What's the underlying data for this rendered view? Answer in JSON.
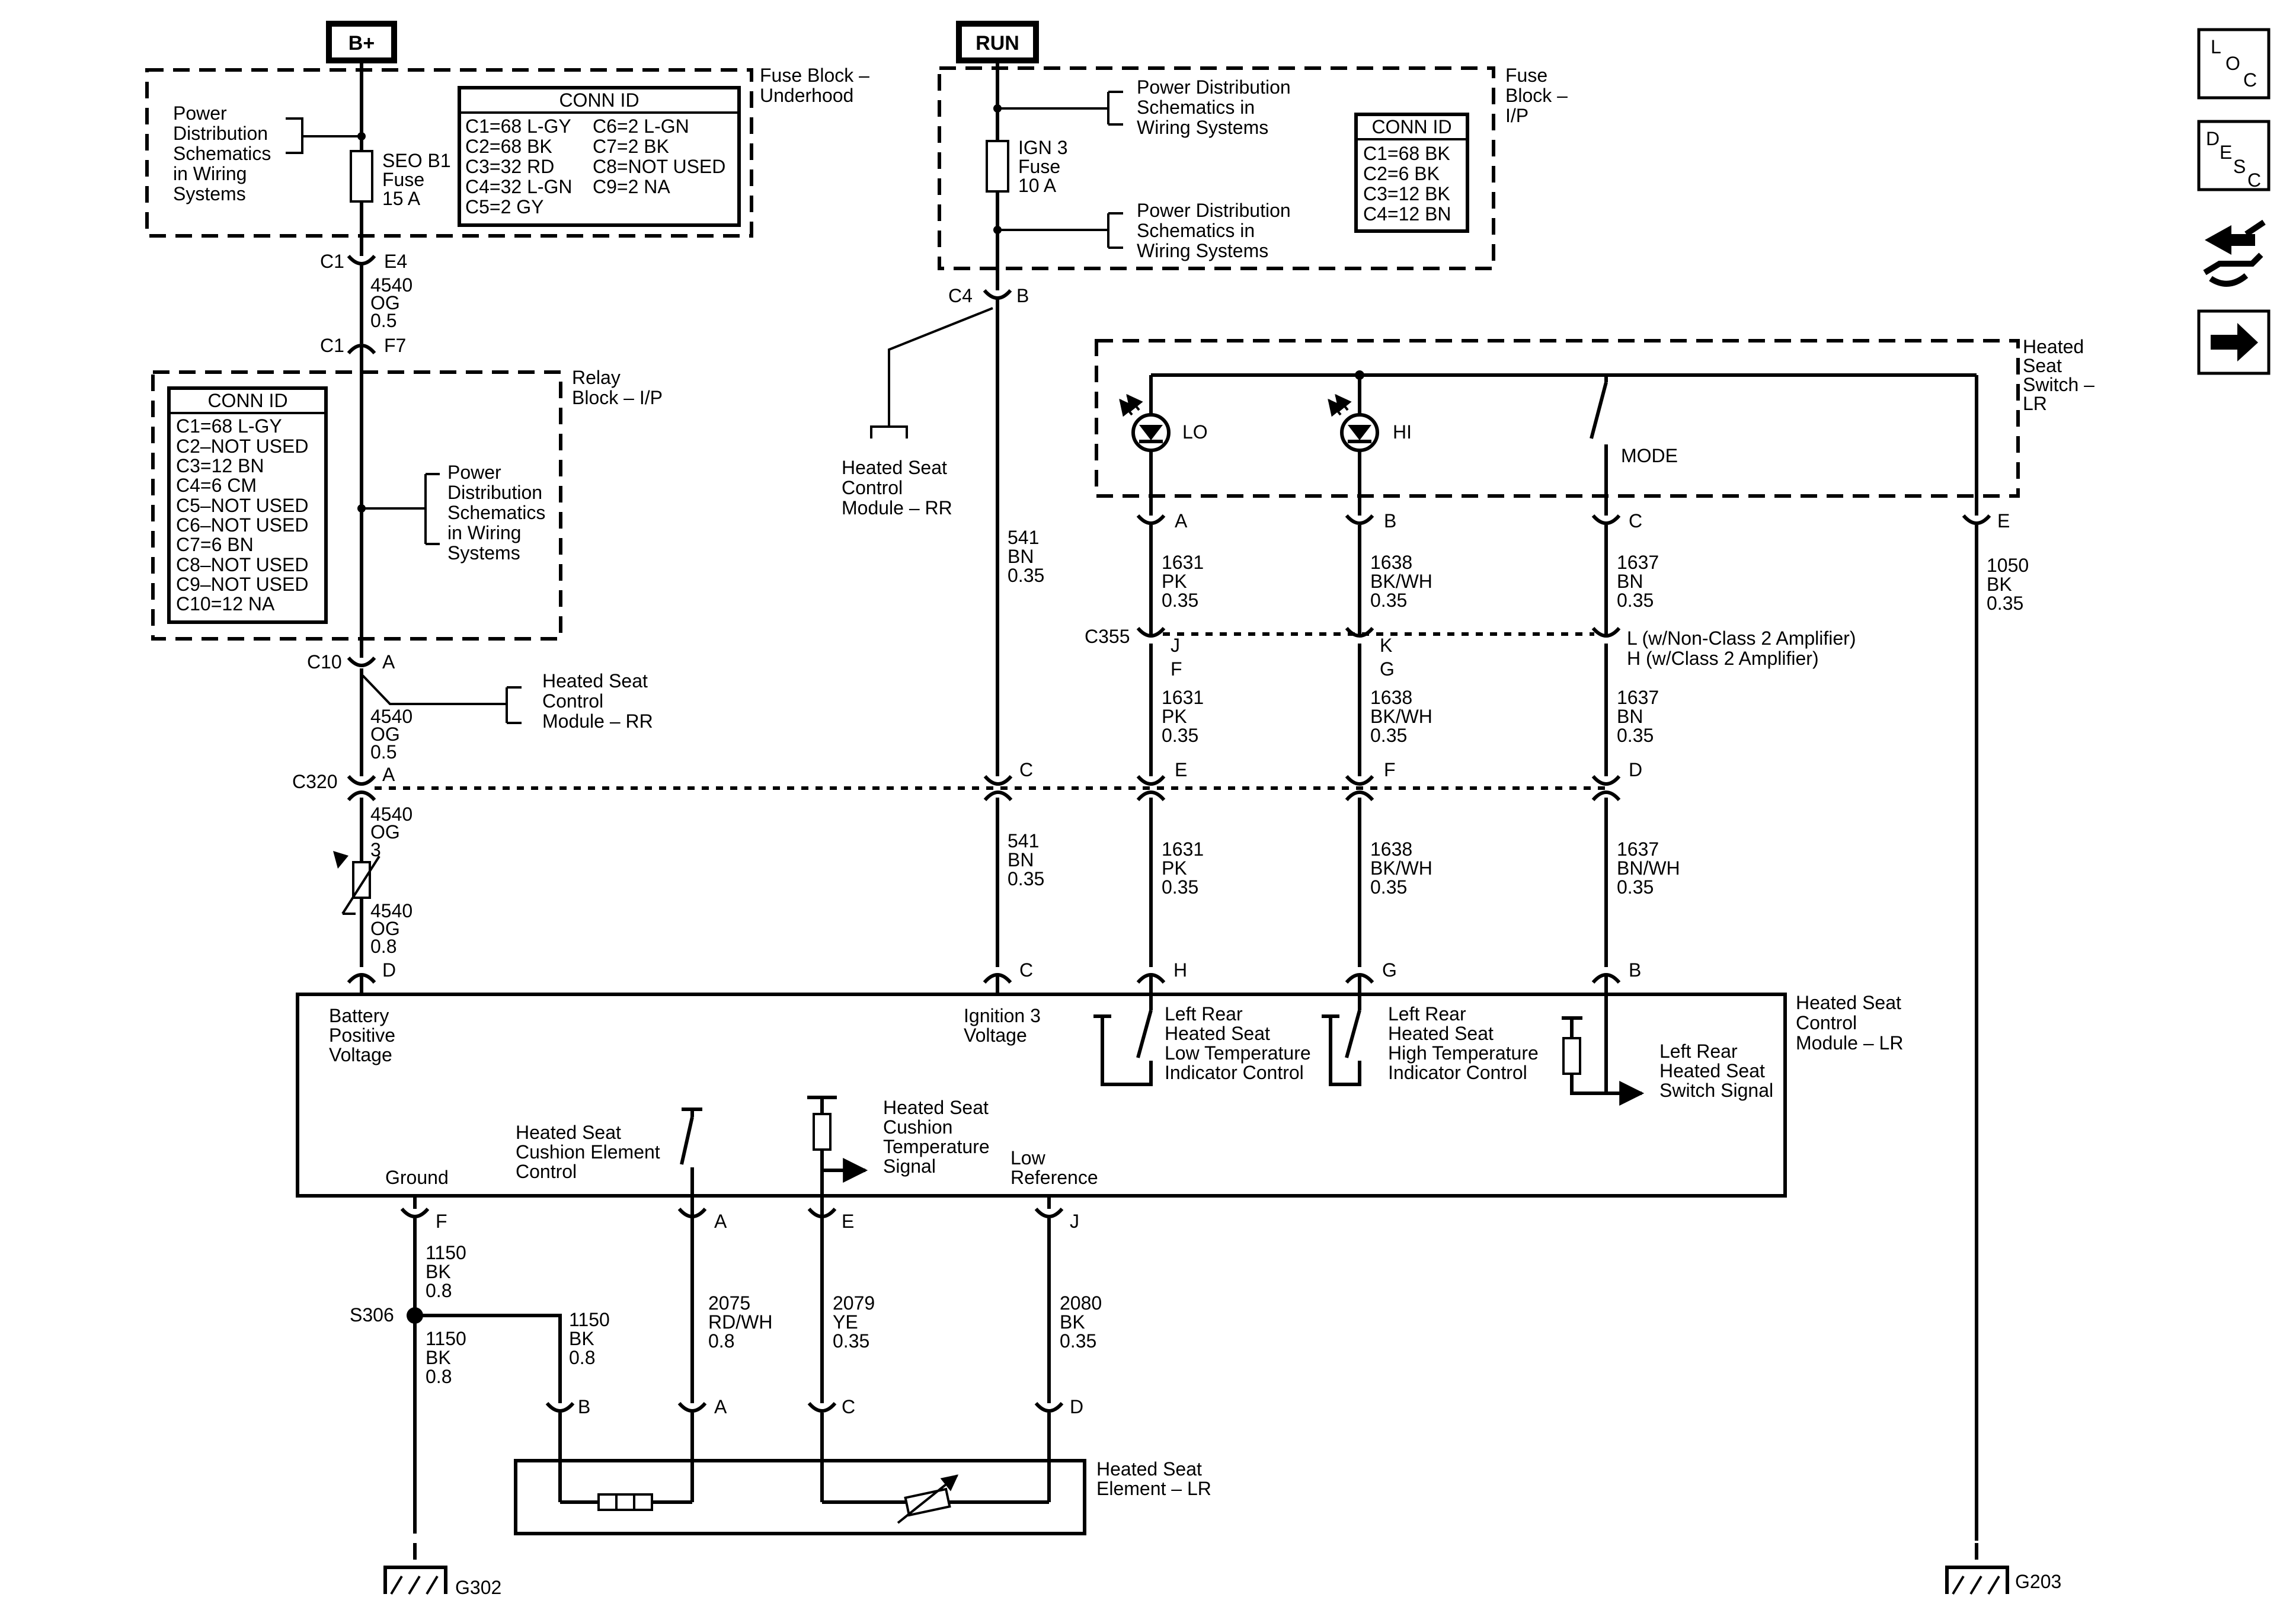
{
  "power": {
    "bplus": "B+",
    "run": "RUN"
  },
  "fuse_underhood": {
    "title": [
      "Fuse Block –",
      "Underhood"
    ],
    "fuse": [
      "SEO B1",
      "Fuse",
      "15 A"
    ],
    "pd_ref": [
      "Power",
      "Distribution",
      "Schematics",
      "in Wiring",
      "Systems"
    ],
    "conn_title": "CONN ID",
    "conn_left": [
      "C1=68 L-GY",
      "C2=68 BK",
      "C3=32 RD",
      "C4=32 L-GN",
      "C5=2 GY"
    ],
    "conn_right": [
      "C6=2 L-GN",
      "C7=2 BK",
      "C8=NOT USED",
      "C9=2 NA"
    ]
  },
  "fuse_ip": {
    "title": [
      "Fuse",
      "Block –",
      "I/P"
    ],
    "fuse": [
      "IGN 3",
      "Fuse",
      "10 A"
    ],
    "pd_ref": [
      "Power Distribution",
      "Schematics in",
      "Wiring Systems"
    ],
    "conn_title": "CONN ID",
    "conn": [
      "C1=68 BK",
      "C2=6 BK",
      "C3=12 BK",
      "C4=12 BN"
    ]
  },
  "relay_ip": {
    "title": [
      "Relay",
      "Block – I/P"
    ],
    "pd_ref": [
      "Power",
      "Distribution",
      "Schematics",
      "in Wiring",
      "Systems"
    ],
    "conn_title": "CONN ID",
    "conn": [
      "C1=68 L-GY",
      "C2–NOT USED",
      "C3=12 BN",
      "C4=6 CM",
      "C5–NOT USED",
      "C6–NOT USED",
      "C7=6 BN",
      "C8–NOT USED",
      "C9–NOT USED",
      "C10=12 NA"
    ]
  },
  "switch": {
    "title": [
      "Heated",
      "Seat",
      "Switch –",
      "LR"
    ],
    "lo": "LO",
    "hi": "HI",
    "mode": "MODE"
  },
  "hscm_rr": [
    "Heated Seat",
    "Control",
    "Module – RR"
  ],
  "module_lr": {
    "title": [
      "Heated Seat",
      "Control",
      "Module – LR"
    ],
    "battery": [
      "Battery",
      "Positive",
      "Voltage"
    ],
    "ignition": [
      "Ignition 3",
      "Voltage"
    ],
    "low_ind": [
      "Left Rear",
      "Heated Seat",
      "Low Temperature",
      "Indicator Control"
    ],
    "high_ind": [
      "Left Rear",
      "Heated Seat",
      "High Temperature",
      "Indicator Control"
    ],
    "switch_sig": [
      "Left Rear",
      "Heated Seat",
      "Switch Signal"
    ],
    "cushion_ctrl": [
      "Heated Seat",
      "Cushion Element",
      "Control"
    ],
    "cushion_temp": [
      "Heated Seat",
      "Cushion",
      "Temperature",
      "Signal"
    ],
    "ground": "Ground",
    "low_ref": [
      "Low",
      "Reference"
    ]
  },
  "element": {
    "title": [
      "Heated Seat",
      "Element – LR"
    ]
  },
  "grounds": {
    "g302": "G302",
    "g203": "G203",
    "splice": "S306"
  },
  "connectors": {
    "c1_e4": [
      "C1",
      "E4"
    ],
    "c1_f7": [
      "C1",
      "F7"
    ],
    "c4_b": [
      "C4",
      "B"
    ],
    "c10_a": [
      "C10",
      "A"
    ],
    "c320": [
      "C320",
      "A",
      "C",
      "E",
      "F",
      "D"
    ],
    "c355": [
      "C355",
      "J",
      "F",
      "K",
      "G",
      "L (w/Non-Class 2 Amplifier)",
      "H (w/Class 2 Amplifier)"
    ],
    "switch_pins": [
      "A",
      "B",
      "C",
      "E"
    ],
    "module_top": [
      "D",
      "C",
      "H",
      "G",
      "B"
    ],
    "module_bottom": [
      "F",
      "A",
      "E",
      "J"
    ],
    "element_pins": [
      "B",
      "A",
      "C",
      "D"
    ]
  },
  "wires": {
    "w4540a": [
      "4540",
      "OG",
      "0.5"
    ],
    "w4540b": [
      "4540",
      "OG",
      "0.5"
    ],
    "w4540c": [
      "4540",
      "OG",
      "3"
    ],
    "w4540d": [
      "4540",
      "OG",
      "0.8"
    ],
    "w541a": [
      "541",
      "BN",
      "0.35"
    ],
    "w541b": [
      "541",
      "BN",
      "0.35"
    ],
    "w1631a": [
      "1631",
      "PK",
      "0.35"
    ],
    "w1631b": [
      "1631",
      "PK",
      "0.35"
    ],
    "w1631c": [
      "1631",
      "PK",
      "0.35"
    ],
    "w1638a": [
      "1638",
      "BK/WH",
      "0.35"
    ],
    "w1638b": [
      "1638",
      "BK/WH",
      "0.35"
    ],
    "w1638c": [
      "1638",
      "BK/WH",
      "0.35"
    ],
    "w1637a": [
      "1637",
      "BN",
      "0.35"
    ],
    "w1637b": [
      "1637",
      "BN",
      "0.35"
    ],
    "w1637c": [
      "1637",
      "BN/WH",
      "0.35"
    ],
    "w1050": [
      "1050",
      "BK",
      "0.35"
    ],
    "w1150a": [
      "1150",
      "BK",
      "0.8"
    ],
    "w1150b": [
      "1150",
      "BK",
      "0.8"
    ],
    "w1150c": [
      "1150",
      "BK",
      "0.8"
    ],
    "w2075": [
      "2075",
      "RD/WH",
      "0.8"
    ],
    "w2079": [
      "2079",
      "YE",
      "0.35"
    ],
    "w2080": [
      "2080",
      "BK",
      "0.35"
    ]
  },
  "nav": {
    "loc": [
      "L",
      "O",
      "C"
    ],
    "desc": [
      "D",
      "E",
      "S",
      "C"
    ]
  }
}
